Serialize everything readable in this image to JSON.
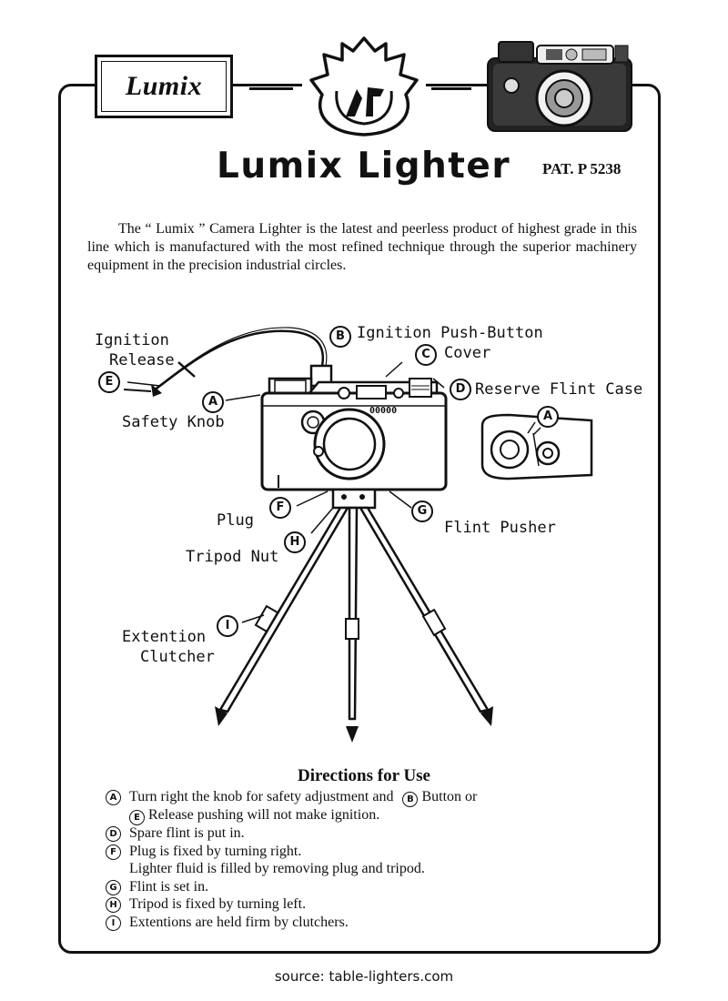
{
  "header": {
    "brand_logo_text": "Lumix",
    "title": "Lumix Lighter",
    "patent": "PAT. P 5238"
  },
  "intro": "The “ Lumix ” Camera Lighter is the latest and peerless product of highest grade in this line which is manufactured with the most refined technique through the superior machinery equipment in the precision industrial circles.",
  "diagram": {
    "top_camera_counter": "00000",
    "labels": {
      "ignition_release_line1": "Ignition",
      "ignition_release_line2": "Release",
      "ignition_push_button": "Ignition Push-Button",
      "cover": "Cover",
      "reserve_flint_case": "Reserve Flint Case",
      "safety_knob": "Safety Knob",
      "plug": "Plug",
      "flint_pusher": "Flint Pusher",
      "tripod_nut": "Tripod Nut",
      "extention_clutcher_line1": "Extention",
      "extention_clutcher_line2": "Clutcher"
    },
    "markers": {
      "a": "A",
      "b": "B",
      "c": "C",
      "d": "D",
      "e": "E",
      "f": "F",
      "g": "G",
      "h": "H",
      "i": "I"
    }
  },
  "directions": {
    "title": "Directions for Use",
    "items": [
      {
        "marker": "A",
        "text": "Turn right the knob for safety adjustment and",
        "marker2": "B",
        "text2": "Button or"
      },
      {
        "marker": "E",
        "text": "Release pushing will not make ignition.",
        "indented": true
      },
      {
        "marker": "D",
        "text": "Spare flint is put in."
      },
      {
        "marker": "F",
        "text": "Plug is fixed by turning right."
      },
      {
        "marker": "",
        "text": "Lighter fluid is filled by removing plug and tripod."
      },
      {
        "marker": "G",
        "text": "Flint is set in."
      },
      {
        "marker": "H",
        "text": "Tripod is fixed by turning left."
      },
      {
        "marker": "I",
        "text": "Extentions are held firm by clutchers."
      }
    ]
  },
  "source": "source: table-lighters.com"
}
